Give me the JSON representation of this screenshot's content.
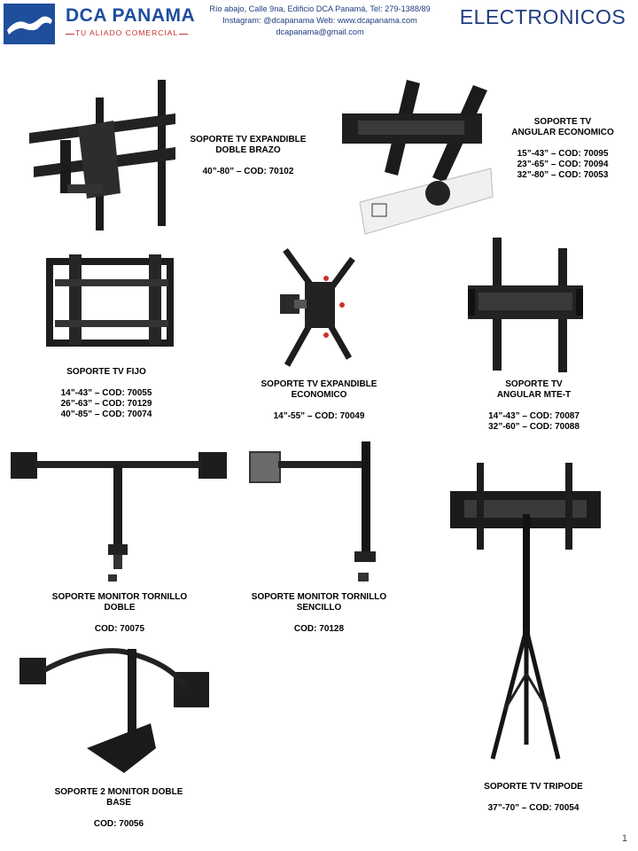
{
  "header": {
    "brand": "DCA PANAMA",
    "tagline": "TU ALIADO COMERCIAL",
    "contact_line1": "Río abajo, Calle 9na, Edificio DCA Panamá, Tel: 279-1388/89",
    "contact_line2": "Instagram: @dcapanama  Web: www.dcapanama.com",
    "contact_line3": "dcapanama@gmail.com",
    "category": "ELECTRONICOS"
  },
  "products": [
    {
      "title1": "SOPORTE TV EXPANDIBLE",
      "title2": "DOBLE BRAZO",
      "codes": [
        "40”-80” – COD: 70102"
      ]
    },
    {
      "title1": "SOPORTE TV",
      "title2": "ANGULAR ECONOMICO",
      "codes": [
        "15”-43” – COD: 70095",
        "23”-65” – COD: 70094",
        "32”-80” – COD: 70053"
      ]
    },
    {
      "title1": "SOPORTE TV FIJO",
      "codes": [
        "14”-43” – COD: 70055",
        "26”-63” – COD: 70129",
        "40”-85” – COD: 70074"
      ]
    },
    {
      "title1": "SOPORTE TV EXPANDIBLE",
      "title2": "ECONOMICO",
      "codes": [
        "14”-55” – COD: 70049"
      ]
    },
    {
      "title1": "SOPORTE TV",
      "title2": "ANGULAR MTE-T",
      "codes": [
        "14”-43” – COD: 70087",
        "32”-60” – COD: 70088"
      ]
    },
    {
      "title1": "SOPORTE MONITOR TORNILLO",
      "title2": "DOBLE",
      "codes": [
        "COD: 70075"
      ]
    },
    {
      "title1": "SOPORTE MONITOR TORNILLO",
      "title2": "SENCILLO",
      "codes": [
        "COD: 70128"
      ]
    },
    {
      "title1": "SOPORTE 2 MONITOR DOBLE",
      "title2": "BASE",
      "codes": [
        "COD: 70056"
      ]
    },
    {
      "title1": "SOPORTE TV TRIPODE",
      "codes": [
        "37”-70” – COD: 70054"
      ]
    }
  ],
  "page_number": "1",
  "colors": {
    "brand_blue": "#1f4e9c",
    "accent_red": "#c8322d",
    "text_navy": "#1f3d80"
  }
}
